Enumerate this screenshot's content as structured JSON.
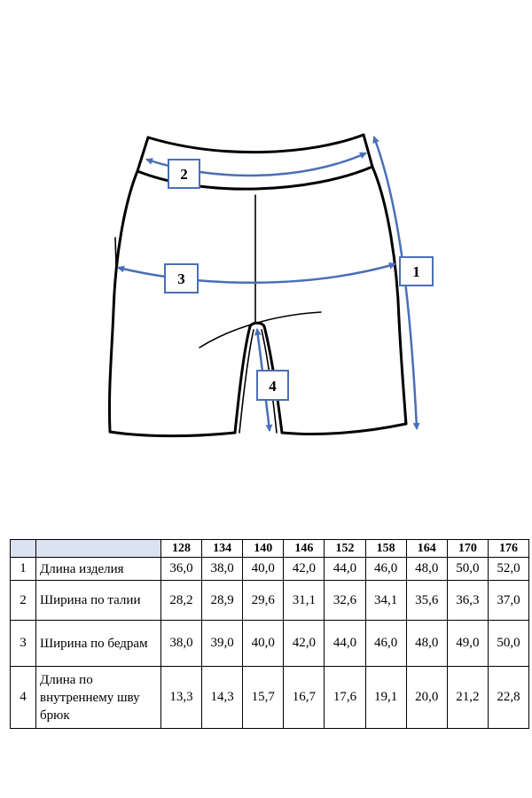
{
  "markers": [
    "1",
    "2",
    "3",
    "4"
  ],
  "colors": {
    "measure_blue": "#4a6fb5",
    "header_blank": "#dbe2f1"
  },
  "table": {
    "sizes": [
      "128",
      "134",
      "140",
      "146",
      "152",
      "158",
      "164",
      "170",
      "176"
    ],
    "rows": [
      {
        "num": "1",
        "label": "Длина изделия",
        "values": [
          "36,0",
          "38,0",
          "40,0",
          "42,0",
          "44,0",
          "46,0",
          "48,0",
          "50,0",
          "52,0"
        ]
      },
      {
        "num": "2",
        "label": "Ширина по талии",
        "values": [
          "28,2",
          "28,9",
          "29,6",
          "31,1",
          "32,6",
          "34,1",
          "35,6",
          "36,3",
          "37,0"
        ]
      },
      {
        "num": "3",
        "label": "Ширина по бедрам",
        "values": [
          "38,0",
          "39,0",
          "40,0",
          "42,0",
          "44,0",
          "46,0",
          "48,0",
          "49,0",
          "50,0"
        ]
      },
      {
        "num": "4",
        "label": "Длина по внутреннему шву брюк",
        "values": [
          "13,3",
          "14,3",
          "15,7",
          "16,7",
          "17,6",
          "19,1",
          "20,0",
          "21,2",
          "22,8"
        ]
      }
    ]
  }
}
